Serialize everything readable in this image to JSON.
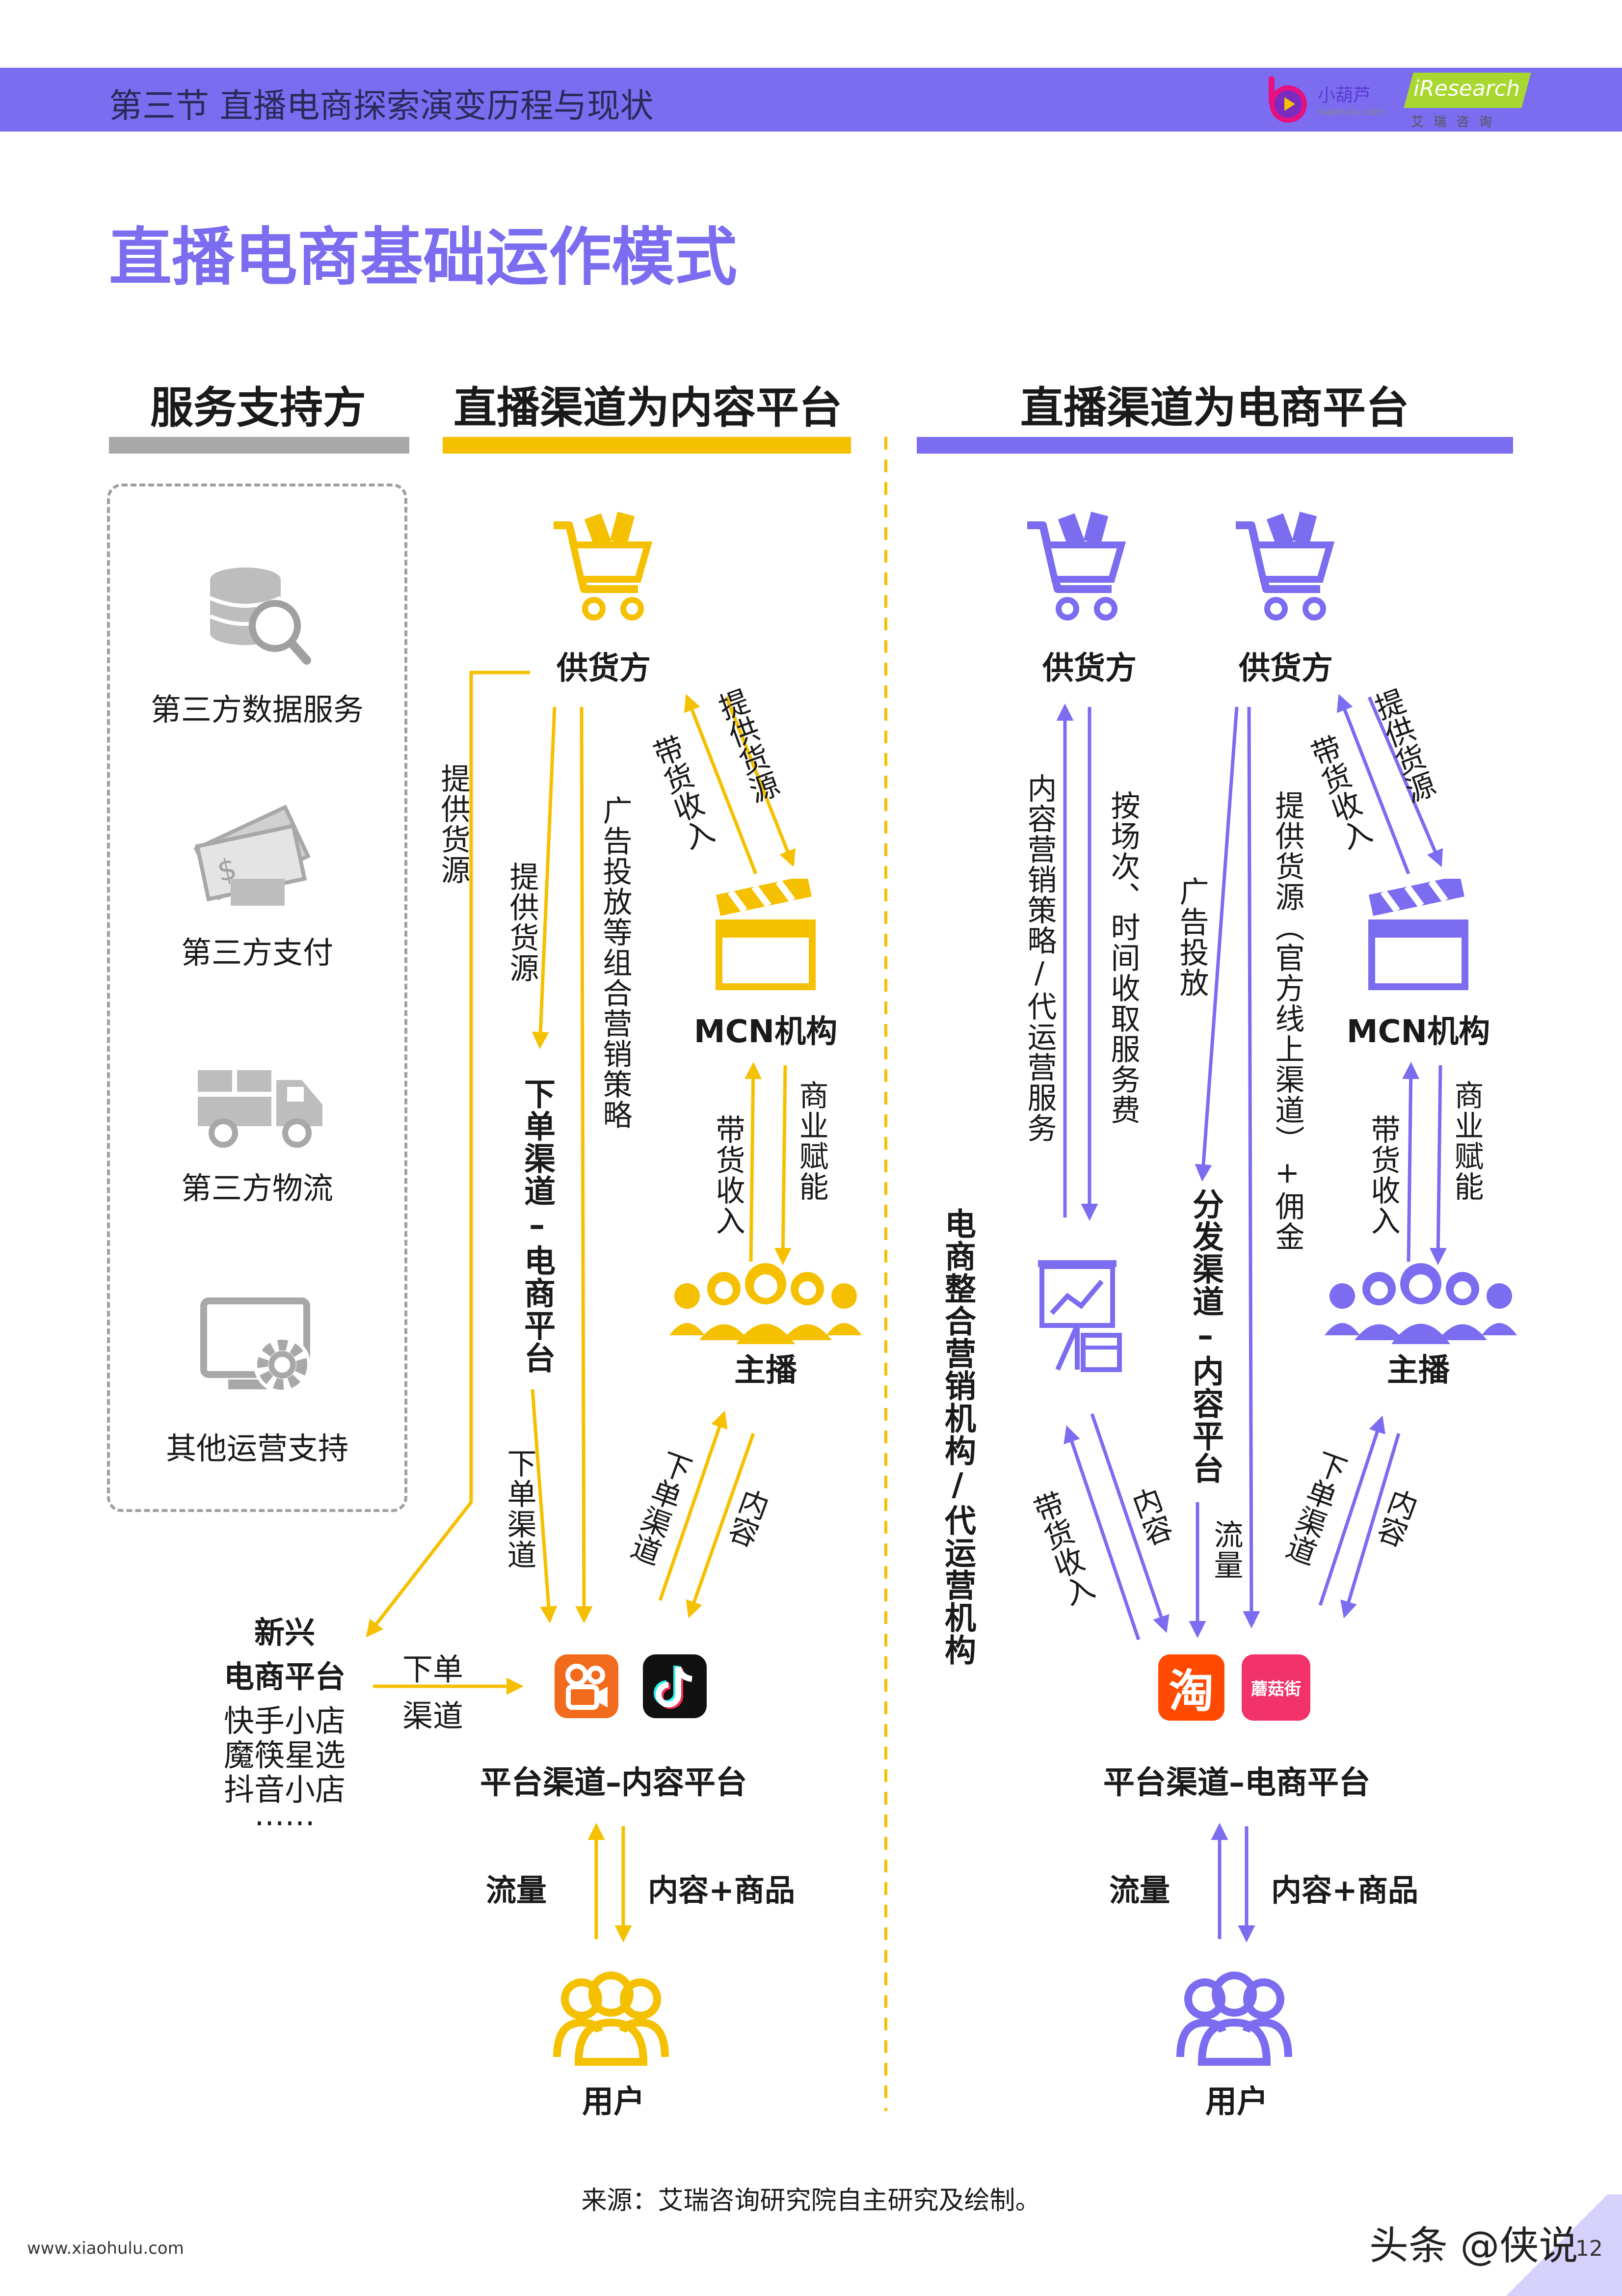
{
  "header": {
    "section_title": "第三节 直播电商探索演变历程与现状",
    "logo1_text": "小葫芦",
    "logo1_sub": "xiaohulu.com",
    "logo2_text": "iResearch",
    "logo2_sub": "艾 瑞 咨 询"
  },
  "page_title": "直播电商基础运作模式",
  "sections": {
    "service": "服务支持方",
    "content_platform": "直播渠道为内容平台",
    "ecommerce_platform": "直播渠道为电商平台"
  },
  "services": [
    "第三方数据服务",
    "第三方支付",
    "第三方物流",
    "其他运营支持"
  ],
  "left": {
    "supplier": "供货方",
    "mcn": "MCN机构",
    "anchor": "主播",
    "platform": "平台渠道–内容平台",
    "user": "用户",
    "new_platform_title1": "新兴",
    "new_platform_title2": "电商平台",
    "new_platform_items": [
      "快手小店",
      "魔筷星选",
      "抖音小店",
      "……"
    ],
    "edge_supply_far": "提供货源",
    "edge_supply": "提供货源",
    "edge_order_channel_bold": "下单渠道–电商平台",
    "edge_ad": "广告投放等组合营销策略",
    "edge_sales_income": "带货收入",
    "edge_provide_supply": "提供货源",
    "edge_sales_income2": "带货收入",
    "edge_empower": "商业赋能",
    "edge_order_channel": "下单渠道",
    "edge_order_channel2": "下单渠道",
    "edge_content": "内容",
    "edge_order_h1": "下单",
    "edge_order_h2": "渠道",
    "edge_traffic": "流量",
    "edge_content_goods": "内容+商品"
  },
  "right": {
    "supplier1": "供货方",
    "supplier2": "供货方",
    "mcn": "MCN机构",
    "anchor": "主播",
    "marketing_org": "电商整合营销机构/代运营机构",
    "platform": "平台渠道–电商平台",
    "user": "用户",
    "edge_content_strategy": "内容营销策略/代运营服务",
    "edge_fee": "按场次、时间收取服务费",
    "edge_ad": "广告投放",
    "edge_supply_official": "提供货源（官方线上渠道）+佣金",
    "edge_distribution_bold": "分发渠道–内容平台",
    "edge_sales_income": "带货收入",
    "edge_provide_supply": "提供货源",
    "edge_sales_income2": "带货收入",
    "edge_empower": "商业赋能",
    "edge_sales_income3": "带货收入",
    "edge_content": "内容",
    "edge_flow": "流量",
    "edge_order_channel": "下单渠道",
    "edge_content2": "内容",
    "edge_traffic": "流量",
    "edge_content_goods": "内容+商品",
    "app_taobao": "淘",
    "app_mogu": "蘑菇街"
  },
  "source": "来源：艾瑞咨询研究院自主研究及绘制。",
  "footer": {
    "url": "www.xiaohulu.com",
    "watermark": "头条 @侠说",
    "page_num": "12"
  },
  "colors": {
    "purple": "#7b6cf0",
    "yellow": "#f5c000",
    "gray": "#a8a8a8"
  }
}
